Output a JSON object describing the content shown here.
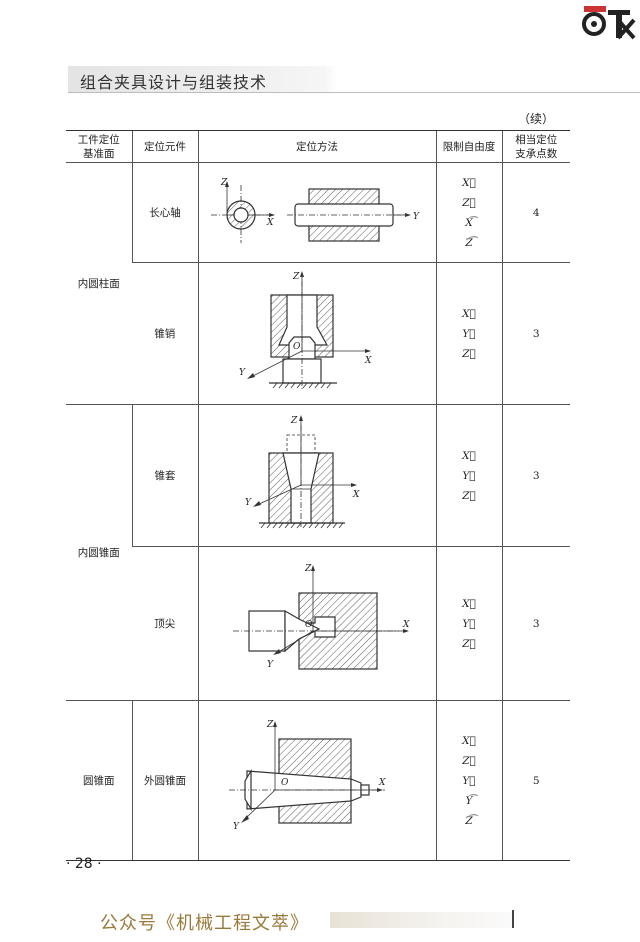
{
  "header": {
    "book_title": "组合夹具设计与组装技术"
  },
  "continued": "（续）",
  "table": {
    "columns": [
      "工件定位基准面",
      "定位元件",
      "定位方法",
      "限制自由度",
      "相当定位支承点数"
    ],
    "col0_lines": [
      "工件定位",
      "基准面"
    ],
    "col4_lines": [
      "相当定位",
      "支承点数"
    ],
    "groups": [
      "内圆柱面",
      "内圆锥面",
      "圆锥面"
    ],
    "rows": [
      {
        "element": "长心轴",
        "dof": [
          "X⃗",
          "Z⃗",
          "X͡",
          "Z͡"
        ],
        "points": "4"
      },
      {
        "element": "锥销",
        "dof": [
          "X⃗",
          "Y⃗",
          "Z⃗"
        ],
        "points": "3"
      },
      {
        "element": "锥套",
        "dof": [
          "X⃗",
          "Y⃗",
          "Z⃗"
        ],
        "points": "3"
      },
      {
        "element": "顶尖",
        "dof": [
          "X⃗",
          "Y⃗",
          "Z⃗"
        ],
        "points": "3"
      },
      {
        "element": "外圆锥面",
        "dof": [
          "X⃗",
          "Z⃗",
          "Y⃗",
          "Y͡",
          "Z͡"
        ],
        "points": "5"
      }
    ]
  },
  "axis_labels": {
    "x": "X",
    "y": "Y",
    "z": "Z",
    "o": "O"
  },
  "page_number": "· 28 ·",
  "footer": {
    "wechat": "公众号《机械工程文萃》"
  },
  "colors": {
    "ink": "#222222",
    "header_band": "#e4e4e4",
    "footer_text": "#9a7a3a"
  }
}
